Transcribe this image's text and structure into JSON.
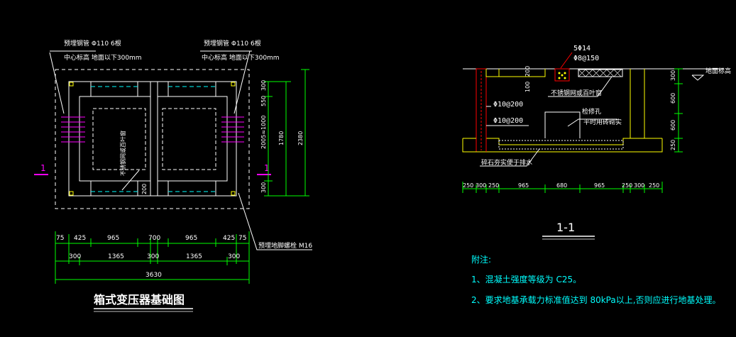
{
  "colors": {
    "background": "#000000",
    "outline": "#ffffff",
    "foundation": "#ffff00",
    "dimension": "#00ff00",
    "pipe": "#ff00ff",
    "hidden": "#00ffff",
    "rebar": "#ff0000",
    "note": "#00ffff"
  },
  "plan": {
    "title": "箱式变压器基础图",
    "pipe_left_line1": "预埋钢管  Φ110 6根",
    "pipe_left_line2": "中心标高  地面以下300mm",
    "pipe_right_line1": "预埋钢管  Φ110 6根",
    "pipe_right_line2": "中心标高  地面以下300mm",
    "center_note": "不锈钢网或百叶窗",
    "bolt_note": "预埋地脚螺栓 M16",
    "section_mark_left": "1",
    "section_mark_right": "1",
    "bottom_dims_row1": [
      "75",
      "425",
      "965",
      "700",
      "965",
      "425",
      "75"
    ],
    "bottom_dims_row2": [
      "300",
      "1365",
      "300",
      "1365",
      "300"
    ],
    "bottom_total": "3630",
    "right_dims_inner": [
      "300",
      "550",
      "2005≈1000",
      "300"
    ],
    "right_dims_mid": "1780",
    "right_dims_outer": "2380",
    "left_dim_small": "200"
  },
  "section": {
    "rebar_top": "5Φ14",
    "stirrup": "Φ8@150",
    "wall_rebar_1": "Φ10@200",
    "wall_rebar_2": "Φ10@200",
    "note_mesh": "不锈钢网或百叶窗",
    "note_hole": "检修孔",
    "note_hole_2": "平时用砖砌实",
    "note_gravel": "碎石夯实便于排水",
    "ground_label": "地面标高",
    "dim_left_top": "200",
    "dim_left_mid": "100",
    "right_dims": [
      "300",
      "600",
      "600",
      "250"
    ],
    "bottom_dims": [
      "250",
      "300",
      "250",
      "965",
      "680",
      "965",
      "250",
      "300",
      "250"
    ],
    "label": "1-1"
  },
  "notes": {
    "heading": "附注:",
    "line1": "1、混凝土强度等级为 C25。",
    "line2": "2、要求地基承载力标准值达到 80kPa以上,否则应进行地基处理。"
  }
}
